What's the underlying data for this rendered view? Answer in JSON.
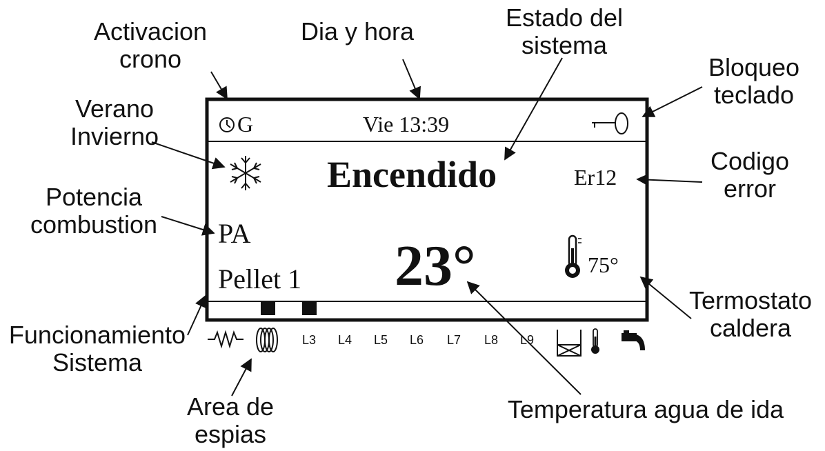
{
  "labels": {
    "activacion_crono": [
      "Activacion",
      "crono"
    ],
    "dia_y_hora": "Dia y hora",
    "estado_del_sistema": [
      "Estado del",
      "sistema"
    ],
    "bloqueo_teclado": [
      "Bloqueo",
      "teclado"
    ],
    "verano_invierno": [
      "Verano",
      "Invierno"
    ],
    "codigo_error": [
      "Codigo",
      "error"
    ],
    "potencia_combustion": [
      "Potencia",
      "combustion"
    ],
    "funcionamiento_sistema": [
      "Funcionamiento",
      "Sistema"
    ],
    "termostato_caldera": [
      "Termostato",
      "caldera"
    ],
    "area_de_espias": [
      "Area de",
      "espias"
    ],
    "temperatura_agua_ida": "Temperatura agua de ida"
  },
  "display": {
    "crono_letter": "G",
    "day_time": "Vie 13:39",
    "status": "Encendido",
    "error_code": "Er12",
    "power": "PA",
    "fuel": "Pellet 1",
    "water_temp": "23°",
    "boiler_temp": "75°",
    "indicator_lights": [
      "L3",
      "L4",
      "L5",
      "L6",
      "L7",
      "L8",
      "L9"
    ]
  },
  "icons": [
    "clock-icon",
    "key-icon",
    "snowflake-icon",
    "thermometer-icon",
    "resistance-icon",
    "coil-icon",
    "tank-icon",
    "small-thermometer-icon",
    "tap-icon"
  ]
}
